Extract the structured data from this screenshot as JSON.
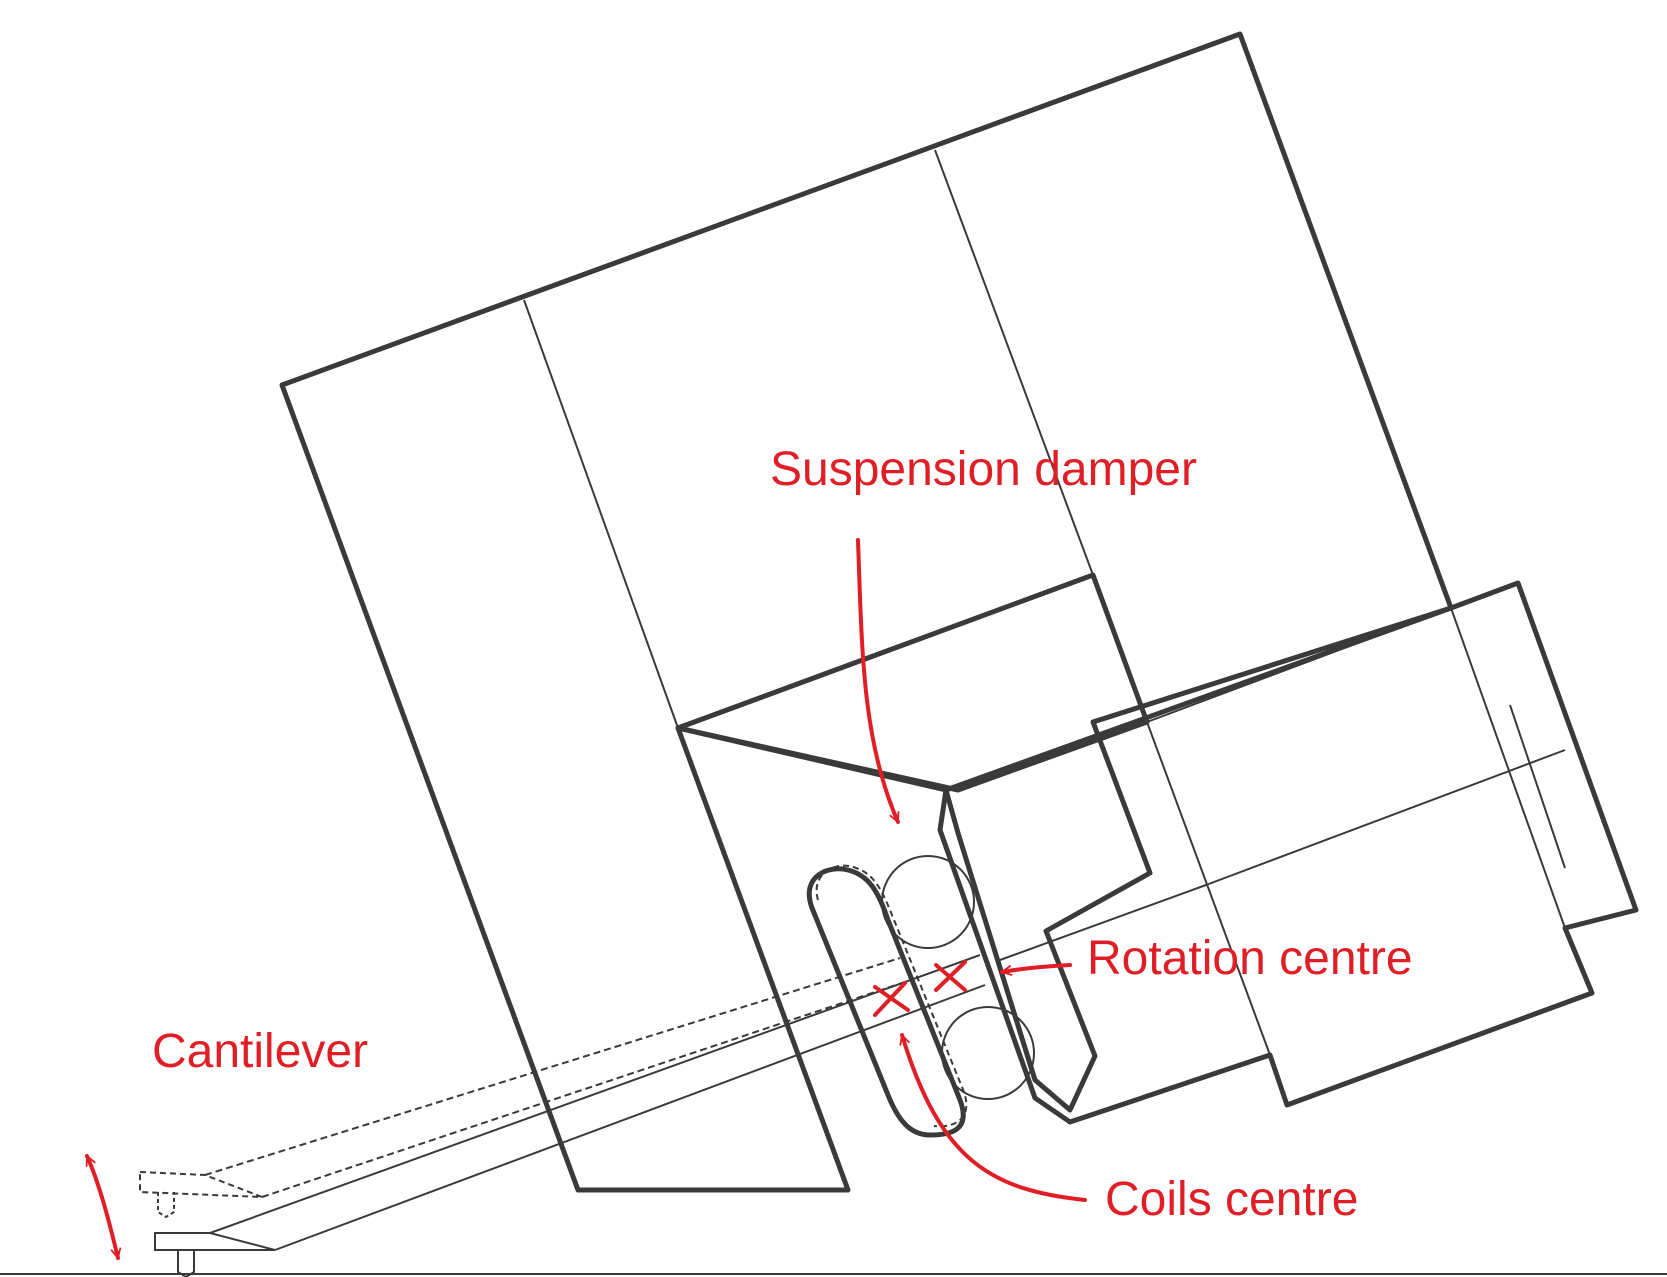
{
  "labels": {
    "suspension_damper": "Suspension damper",
    "rotation_centre": "Rotation centre",
    "cantilever": "Cantilever",
    "coils_centre": "Coils centre"
  },
  "colors": {
    "annotation": "#e01e26",
    "outline": "#3a3a3a",
    "background": "#ffffff"
  }
}
